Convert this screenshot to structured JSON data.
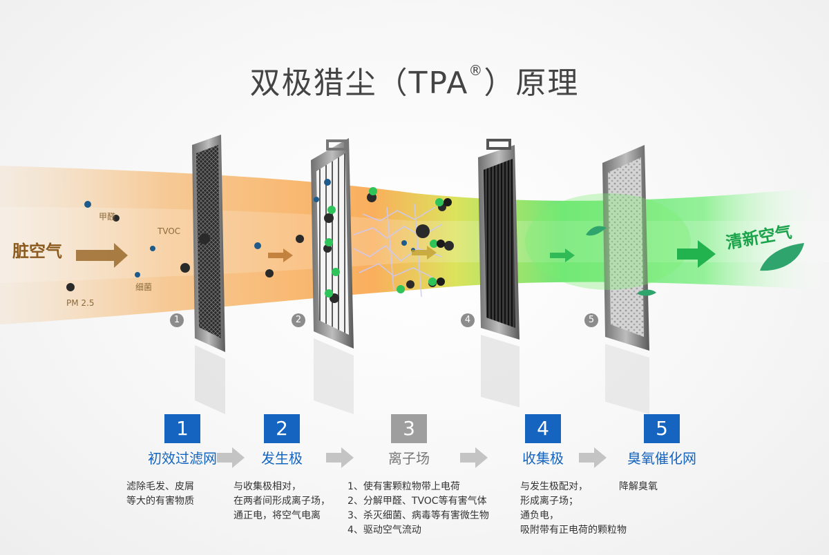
{
  "title": {
    "main": "双极猎尘（TPA",
    "reg": "®",
    "tail": "）原理"
  },
  "labels": {
    "dirty_air": "脏空气",
    "clean_air": "清新空气",
    "formaldehyde": "甲醛",
    "tvoc": "TVOC",
    "bacteria": "细菌",
    "pm25": "PM 2.5"
  },
  "colors": {
    "blue": "#1565c0",
    "gray": "#9e9e9e",
    "dirty": "#8b5a1e",
    "clean": "#1aa34a"
  },
  "filter_numbers": [
    "1",
    "2",
    "4",
    "5"
  ],
  "steps": [
    {
      "num": "1",
      "name": "初效过滤网",
      "desc": [
        "滤除毛发、皮屑",
        "等大的有害物质"
      ]
    },
    {
      "num": "2",
      "name": "发生极",
      "desc": [
        "与收集极相对，",
        "在两者间形成离子场，",
        "通正电，将空气电离"
      ]
    },
    {
      "num": "3",
      "name": "离子场",
      "desc": [
        "1、使有害颗粒物带上电荷",
        "2、分解甲醛、TVOC等有害气体",
        "3、杀灭细菌、病毒等有害微生物",
        "4、驱动空气流动"
      ]
    },
    {
      "num": "4",
      "name": "收集极",
      "desc": [
        "与发生极配对，",
        "形成离子场；",
        "通负电，",
        "吸附带有正电荷的颗粒物"
      ]
    },
    {
      "num": "5",
      "name": "臭氧催化网",
      "desc": [
        "降解臭氧"
      ]
    }
  ]
}
